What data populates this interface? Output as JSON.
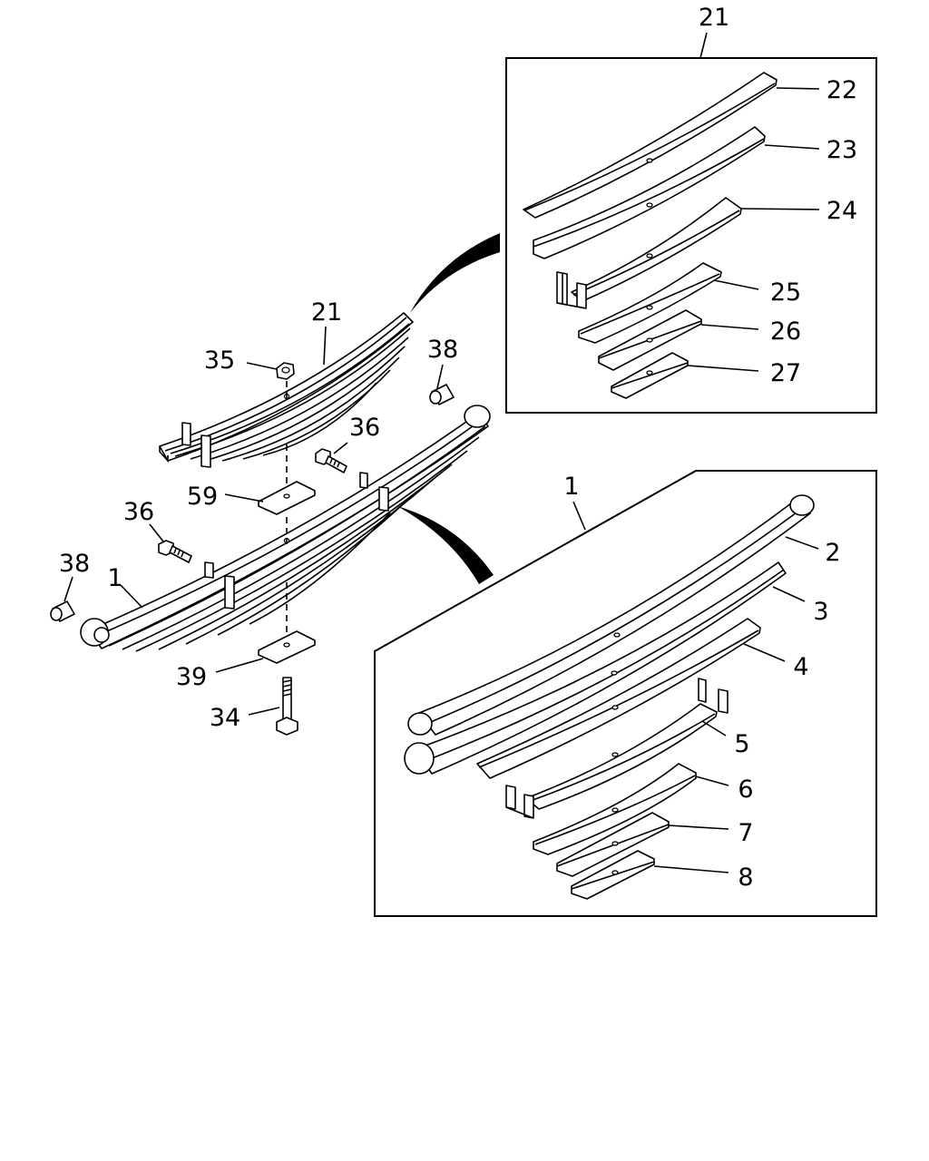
{
  "callouts": {
    "c1_main": "1",
    "c21_main": "21",
    "c35": "35",
    "c38_top": "38",
    "c36_top": "36",
    "c59": "59",
    "c36_left": "36",
    "c38_left": "38",
    "c39": "39",
    "c34": "34",
    "c21_box": "21",
    "c22": "22",
    "c23": "23",
    "c24": "24",
    "c25": "25",
    "c26": "26",
    "c27": "27",
    "c1_box": "1",
    "c2": "2",
    "c3": "3",
    "c4": "4",
    "c5": "5",
    "c6": "6",
    "c7": "7",
    "c8": "8"
  }
}
